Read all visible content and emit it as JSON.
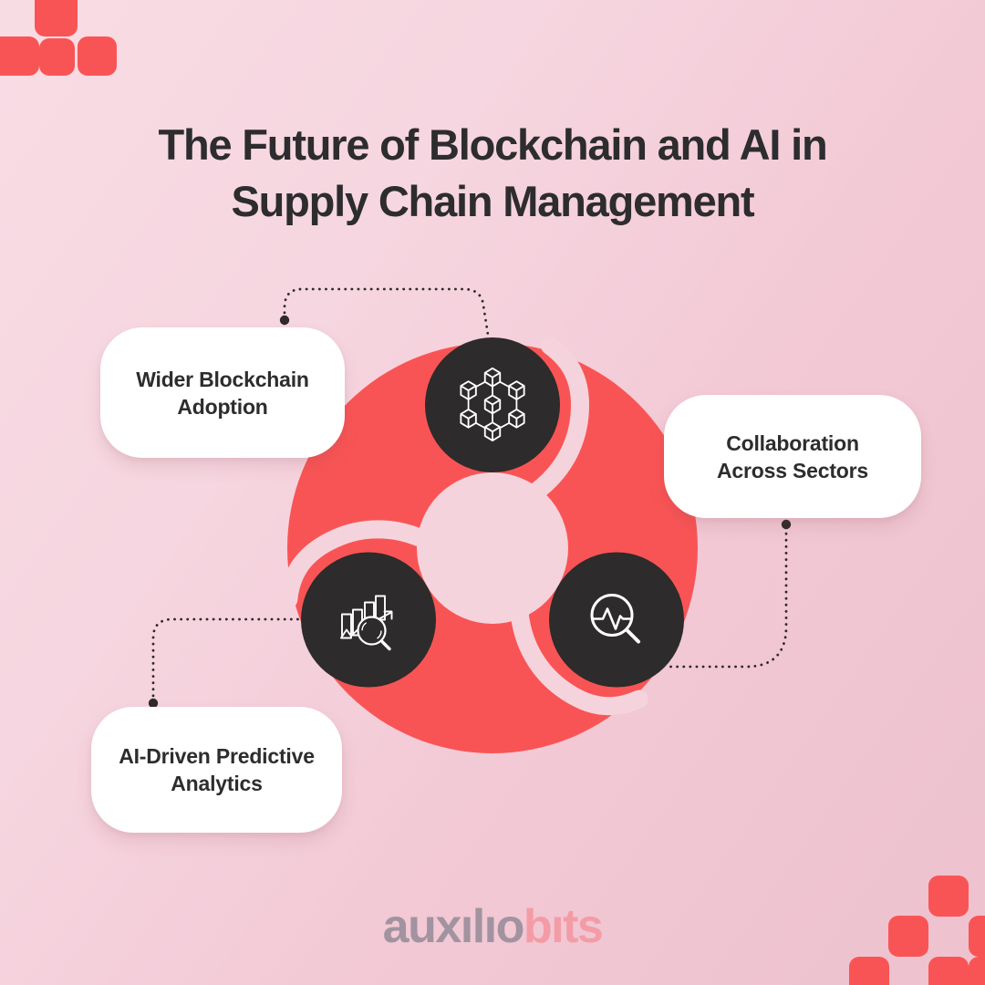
{
  "title": {
    "lines": [
      "The Future of Blockchain and AI in",
      "Supply Chain Management"
    ]
  },
  "diagram": {
    "cards": [
      {
        "id": "wider-blockchain-adoption",
        "lines": [
          "Wider Blockchain",
          "Adoption"
        ]
      },
      {
        "id": "collaboration-across-sectors",
        "lines": [
          "Collaboration",
          "Across Sectors"
        ]
      },
      {
        "id": "ai-driven-predictive-analytics",
        "lines": [
          "AI-Driven Predictive",
          "Analytics"
        ]
      }
    ],
    "nodes": [
      {
        "id": "blockchain-node",
        "icon": "blockchain-network-icon"
      },
      {
        "id": "collaboration-node",
        "icon": "pulse-magnifier-icon"
      },
      {
        "id": "analytics-node",
        "icon": "bar-chart-magnifier-icon"
      }
    ]
  },
  "logo": {
    "part1": "auxılıo",
    "part2": "bıts"
  },
  "colors": {
    "red": "#f95455",
    "dark": "#2d2b2b",
    "pink": "#f5d3dc",
    "bg1": "#f8dce4",
    "bg2": "#f2c9d5",
    "bg3": "#edc1ce",
    "card-bg": "#ffffff",
    "text": "#2d2c2e",
    "connector": "#2e2a2b",
    "logo-gray": "#9c8f9c",
    "logo-pink": "#f49ca6"
  }
}
